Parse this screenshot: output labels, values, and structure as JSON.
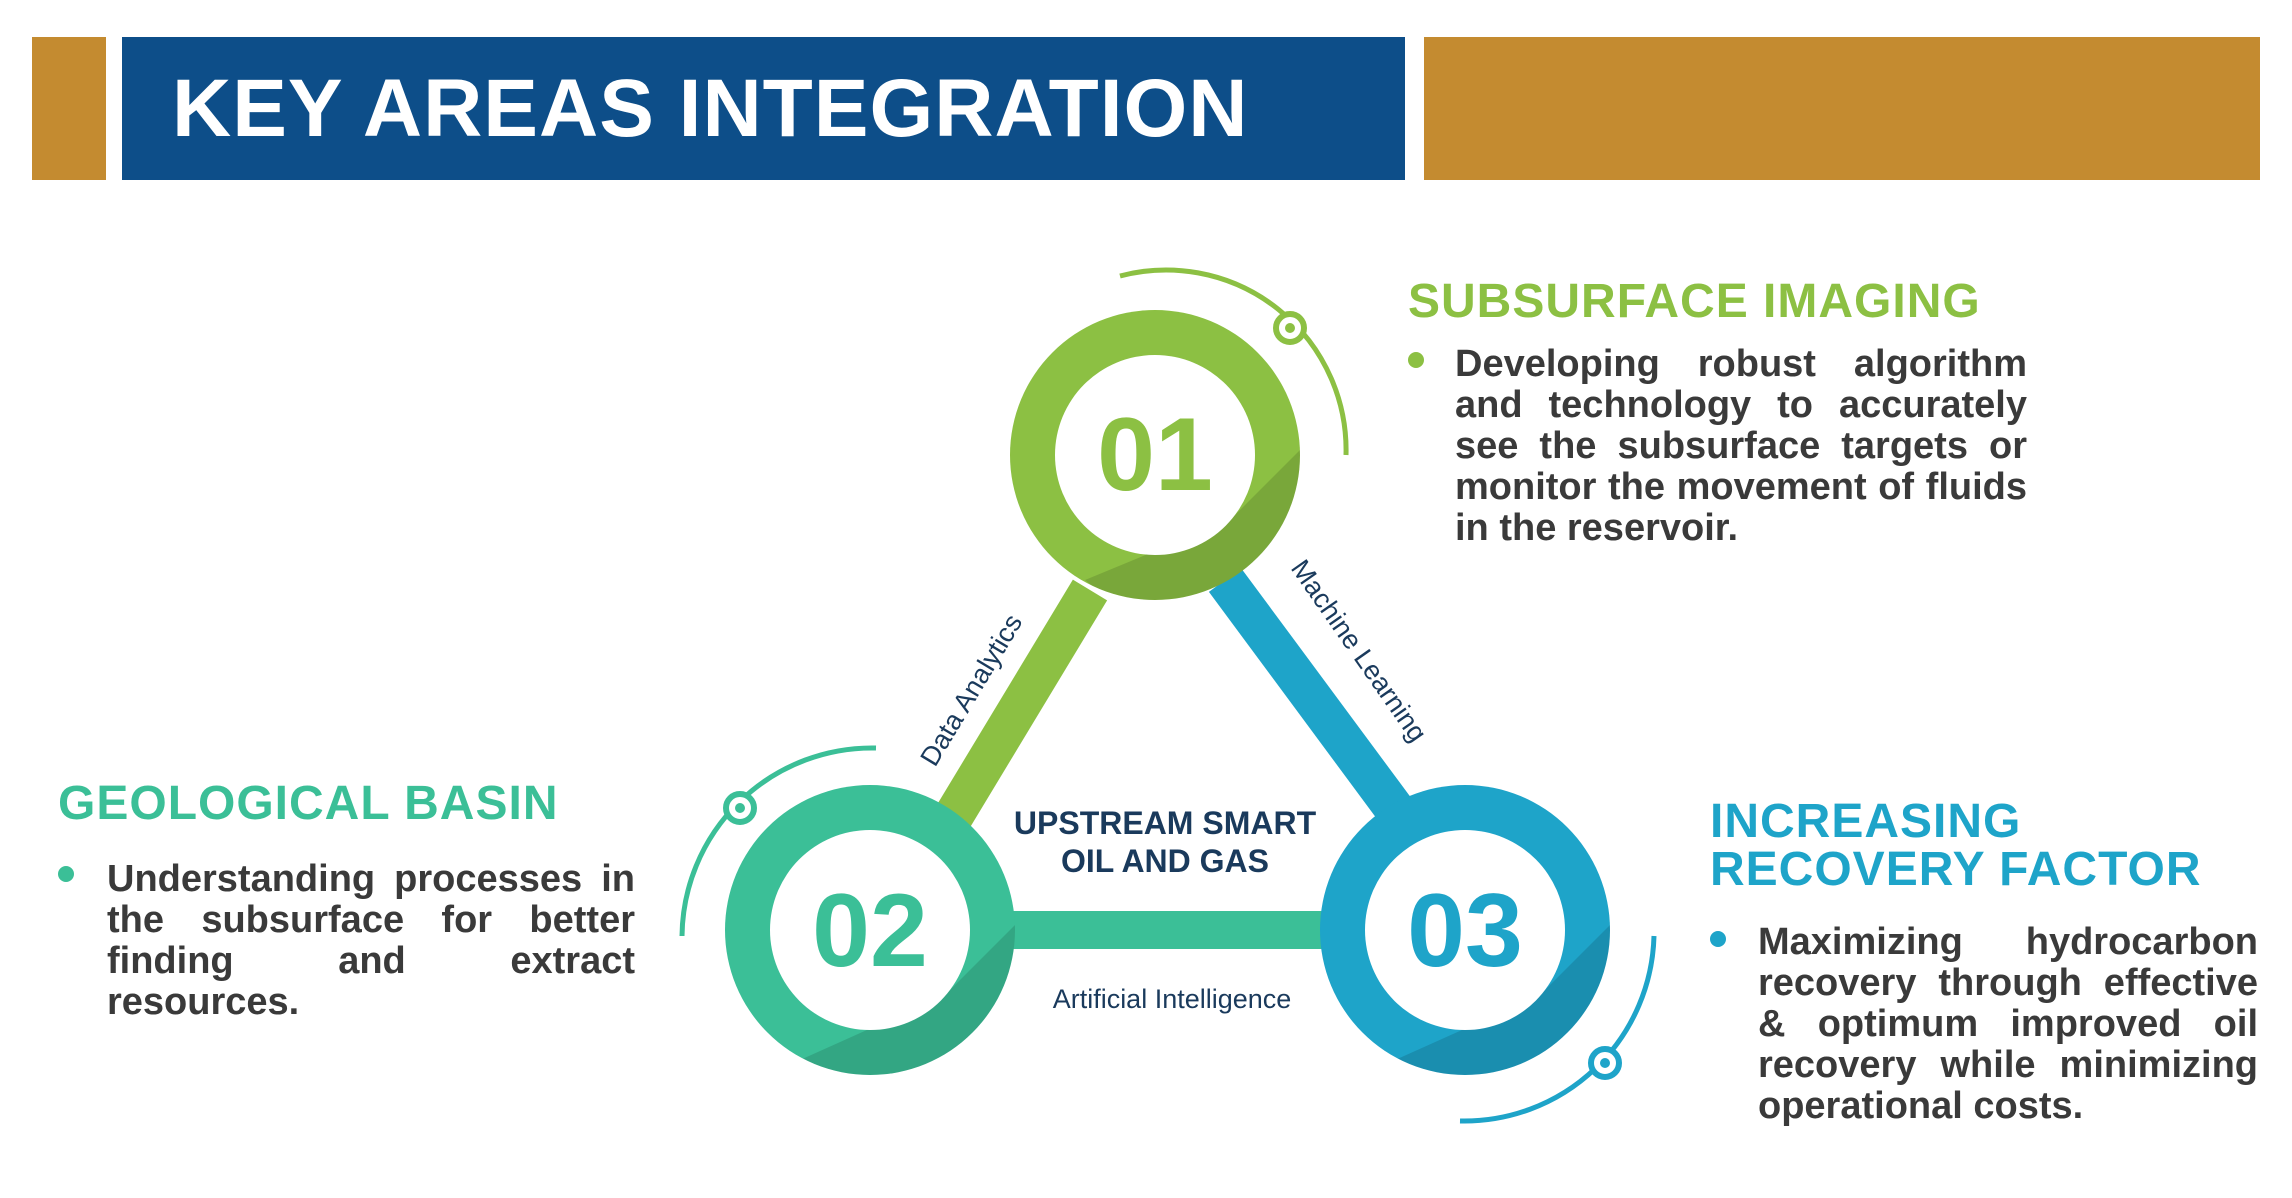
{
  "header": {
    "title": "KEY AREAS INTEGRATION",
    "colors": {
      "gold": "#c48b30",
      "navy": "#0d4e89"
    }
  },
  "diagram": {
    "center_label_line1": "UPSTREAM SMART",
    "center_label_line2": "OIL AND GAS",
    "nodes": [
      {
        "number": "01",
        "color": "#8cc043"
      },
      {
        "number": "02",
        "color": "#3bbf97"
      },
      {
        "number": "03",
        "color": "#1ea4c9"
      }
    ],
    "edges": {
      "left": "Data Analytics",
      "right": "Machine Learning",
      "bottom": "Artificial Intelligence"
    }
  },
  "sections": {
    "subsurface": {
      "title": "SUBSURFACE IMAGING",
      "text": "Developing robust algorithm and technology to accurately see the subsurface targets or monitor the movement of fluids in the reservoir.",
      "color": "#8cc043"
    },
    "geological": {
      "title": "GEOLOGICAL BASIN",
      "text": "Understanding processes in the subsurface for better finding and extract resources.",
      "color": "#3bbf97"
    },
    "recovery": {
      "title_line1": "INCREASING",
      "title_line2": "RECOVERY FACTOR",
      "text": "Maximizing hydrocarbon recovery through effective & optimum improved oil recovery while minimizing operational costs.",
      "color": "#1ea4c9"
    }
  }
}
